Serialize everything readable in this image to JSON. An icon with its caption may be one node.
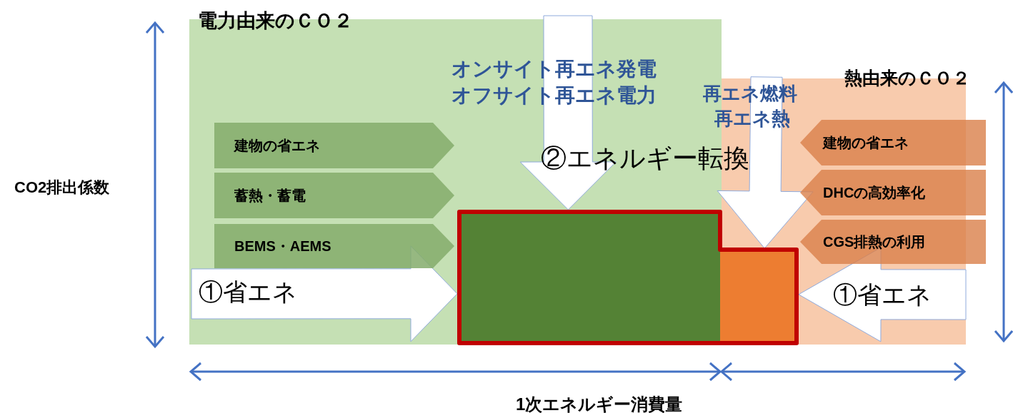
{
  "diagram": {
    "nodes": [
      {
        "text": [
          "電力由来のＣＯ２"
        ]
      },
      {
        "text": [
          "熱由来のＣＯ２"
        ]
      },
      {
        "text": [
          "建物の省エネ"
        ],
        "in": 0
      },
      {
        "text": [
          "蓄熱・蓄電"
        ],
        "in": 0
      },
      {
        "text": [
          "BEMS・AEMS"
        ],
        "in": 0
      },
      {
        "text": [
          "建物の省エネ"
        ]
      },
      {
        "text": [
          "DHCの高効率化"
        ]
      },
      {
        "text": [
          "CGS排熱の利用"
        ]
      },
      {
        "text": [],
        "shape": "box"
      }
    ],
    "edges": [
      {
        "from": null,
        "to": 8,
        "arrow": "to",
        "label": "①省エネ"
      },
      {
        "from": null,
        "to": 8,
        "arrow": "to",
        "label": "①省エネ"
      },
      {
        "from": null,
        "to": 8,
        "arrow": "to"
      },
      {
        "from": null,
        "to": 8,
        "arrow": "to"
      }
    ],
    "labels": [
      "CO2排出係数",
      "オンサイト再エネ発電",
      "オフサイト再エネ電力",
      "再エネ燃料",
      "再エネ熱",
      "②エネルギー転換",
      "1次エネルギー消費量"
    ]
  }
}
